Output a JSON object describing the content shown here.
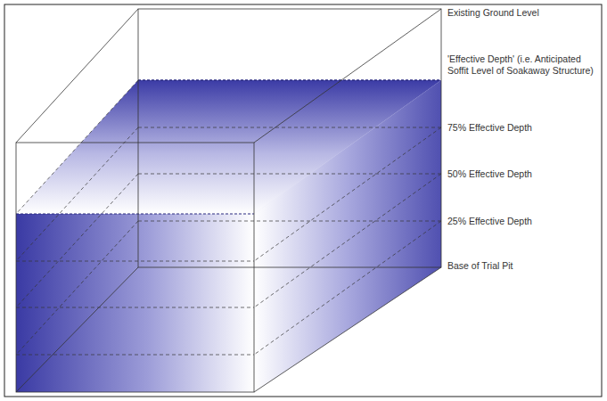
{
  "diagram": {
    "labels": [
      "Existing Ground Level",
      "'Effective Depth' (i.e. Anticipated Soffit Level of Soakaway Structure)",
      "75% Effective Depth",
      "50% Effective Depth",
      "25% Effective Depth",
      "Base of Trial Pit"
    ]
  }
}
